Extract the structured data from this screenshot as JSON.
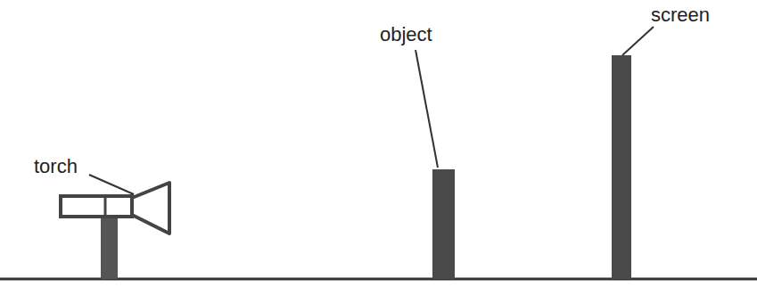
{
  "diagram": {
    "labels": [
      "torch",
      "object",
      "screen"
    ]
  }
}
